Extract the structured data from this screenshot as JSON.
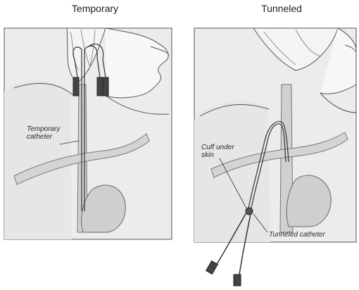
{
  "panels": {
    "left": {
      "title": "Temporary",
      "labels": {
        "catheter_line1": "Temporary",
        "catheter_line2": "catheter"
      }
    },
    "right": {
      "title": "Tunneled",
      "labels": {
        "cuff_line1": "Cuff under",
        "cuff_line2": "skin",
        "tunneled_catheter": "Tunneled catheter"
      }
    }
  }
}
